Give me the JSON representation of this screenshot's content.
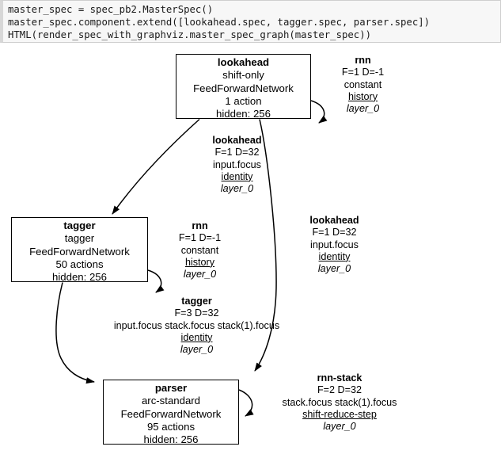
{
  "code_cell": {
    "lines": [
      "master_spec = spec_pb2.MasterSpec()",
      "master_spec.component.extend([lookahead.spec, tagger.spec, parser.spec])",
      "HTML(render_spec_with_graphviz.master_spec_graph(master_spec))"
    ],
    "text": "master_spec = spec_pb2.MasterSpec()\nmaster_spec.component.extend([lookahead.spec, tagger.spec, parser.spec])\nHTML(render_spec_with_graphviz.master_spec_graph(master_spec))"
  },
  "graph": {
    "nodes": [
      {
        "id": "lookahead",
        "name": "lookahead",
        "transition": "shift-only",
        "network": "FeedForwardNetwork",
        "actions": "1 action",
        "hidden": "hidden: 256"
      },
      {
        "id": "tagger",
        "name": "tagger",
        "transition": "tagger",
        "network": "FeedForwardNetwork",
        "actions": "50 actions",
        "hidden": "hidden: 256"
      },
      {
        "id": "parser",
        "name": "parser",
        "transition": "arc-standard",
        "network": "FeedForwardNetwork",
        "actions": "95 actions",
        "hidden": "hidden: 256"
      }
    ],
    "edges": [
      {
        "id": "lookahead-self",
        "source": "lookahead",
        "target": "lookahead",
        "name": "rnn",
        "fd": "F=1 D=-1",
        "features": "constant",
        "embedding": "history",
        "layer": "layer_0"
      },
      {
        "id": "lookahead-to-tagger",
        "source": "lookahead",
        "target": "tagger",
        "name": "lookahead",
        "fd": "F=1 D=32",
        "features": "input.focus",
        "embedding": "identity",
        "layer": "layer_0"
      },
      {
        "id": "lookahead-to-parser",
        "source": "lookahead",
        "target": "parser",
        "name": "lookahead",
        "fd": "F=1 D=32",
        "features": "input.focus",
        "embedding": "identity",
        "layer": "layer_0"
      },
      {
        "id": "tagger-self",
        "source": "tagger",
        "target": "tagger",
        "name": "rnn",
        "fd": "F=1 D=-1",
        "features": "constant",
        "embedding": "history",
        "layer": "layer_0"
      },
      {
        "id": "tagger-to-parser",
        "source": "tagger",
        "target": "parser",
        "name": "tagger",
        "fd": "F=3 D=32",
        "features": "input.focus stack.focus stack(1).focus",
        "embedding": "identity",
        "layer": "layer_0"
      },
      {
        "id": "parser-self",
        "source": "parser",
        "target": "parser",
        "name": "rnn-stack",
        "fd": "F=2 D=32",
        "features": "stack.focus stack(1).focus",
        "embedding": "shift-reduce-step",
        "layer": "layer_0"
      }
    ],
    "colors": {
      "node_border": "#000000",
      "node_fill": "#ffffff",
      "edge": "#000000",
      "text": "#000000",
      "cell_background": "#f7f7f7",
      "cell_border": "#cfcfcf"
    }
  }
}
